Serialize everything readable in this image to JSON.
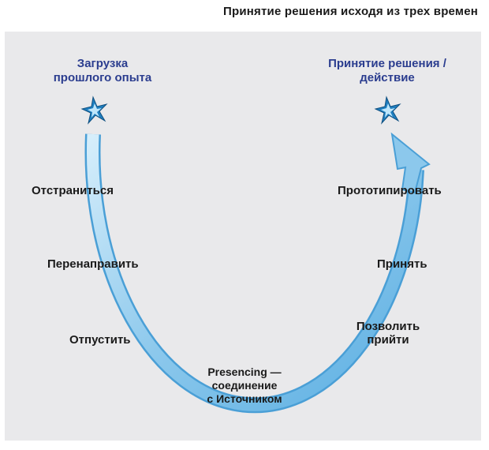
{
  "title": "Принятие решения исходя из трех времен",
  "headings": {
    "left": [
      "Загрузка",
      "прошлого опыта"
    ],
    "right": [
      "Принятие решения /",
      "действие"
    ]
  },
  "left_steps": [
    "Отстраниться",
    "Перенаправить",
    "Отпустить"
  ],
  "right_steps": [
    "Прототипировать",
    "Принять",
    [
      "Позволить",
      "прийти"
    ]
  ],
  "bottom_label": [
    "Presencing —",
    "соединение",
    "с Источником"
  ],
  "icons": [
    "star-icon",
    "arrow-head-icon"
  ],
  "colors": {
    "panel_bg": "#e9e9eb",
    "arc_fill": "#8cc8ec",
    "arc_edge": "#4a9fd6",
    "star": "#1f7fc0",
    "heading": "#2b3d8f",
    "text": "#1a1a1a"
  }
}
